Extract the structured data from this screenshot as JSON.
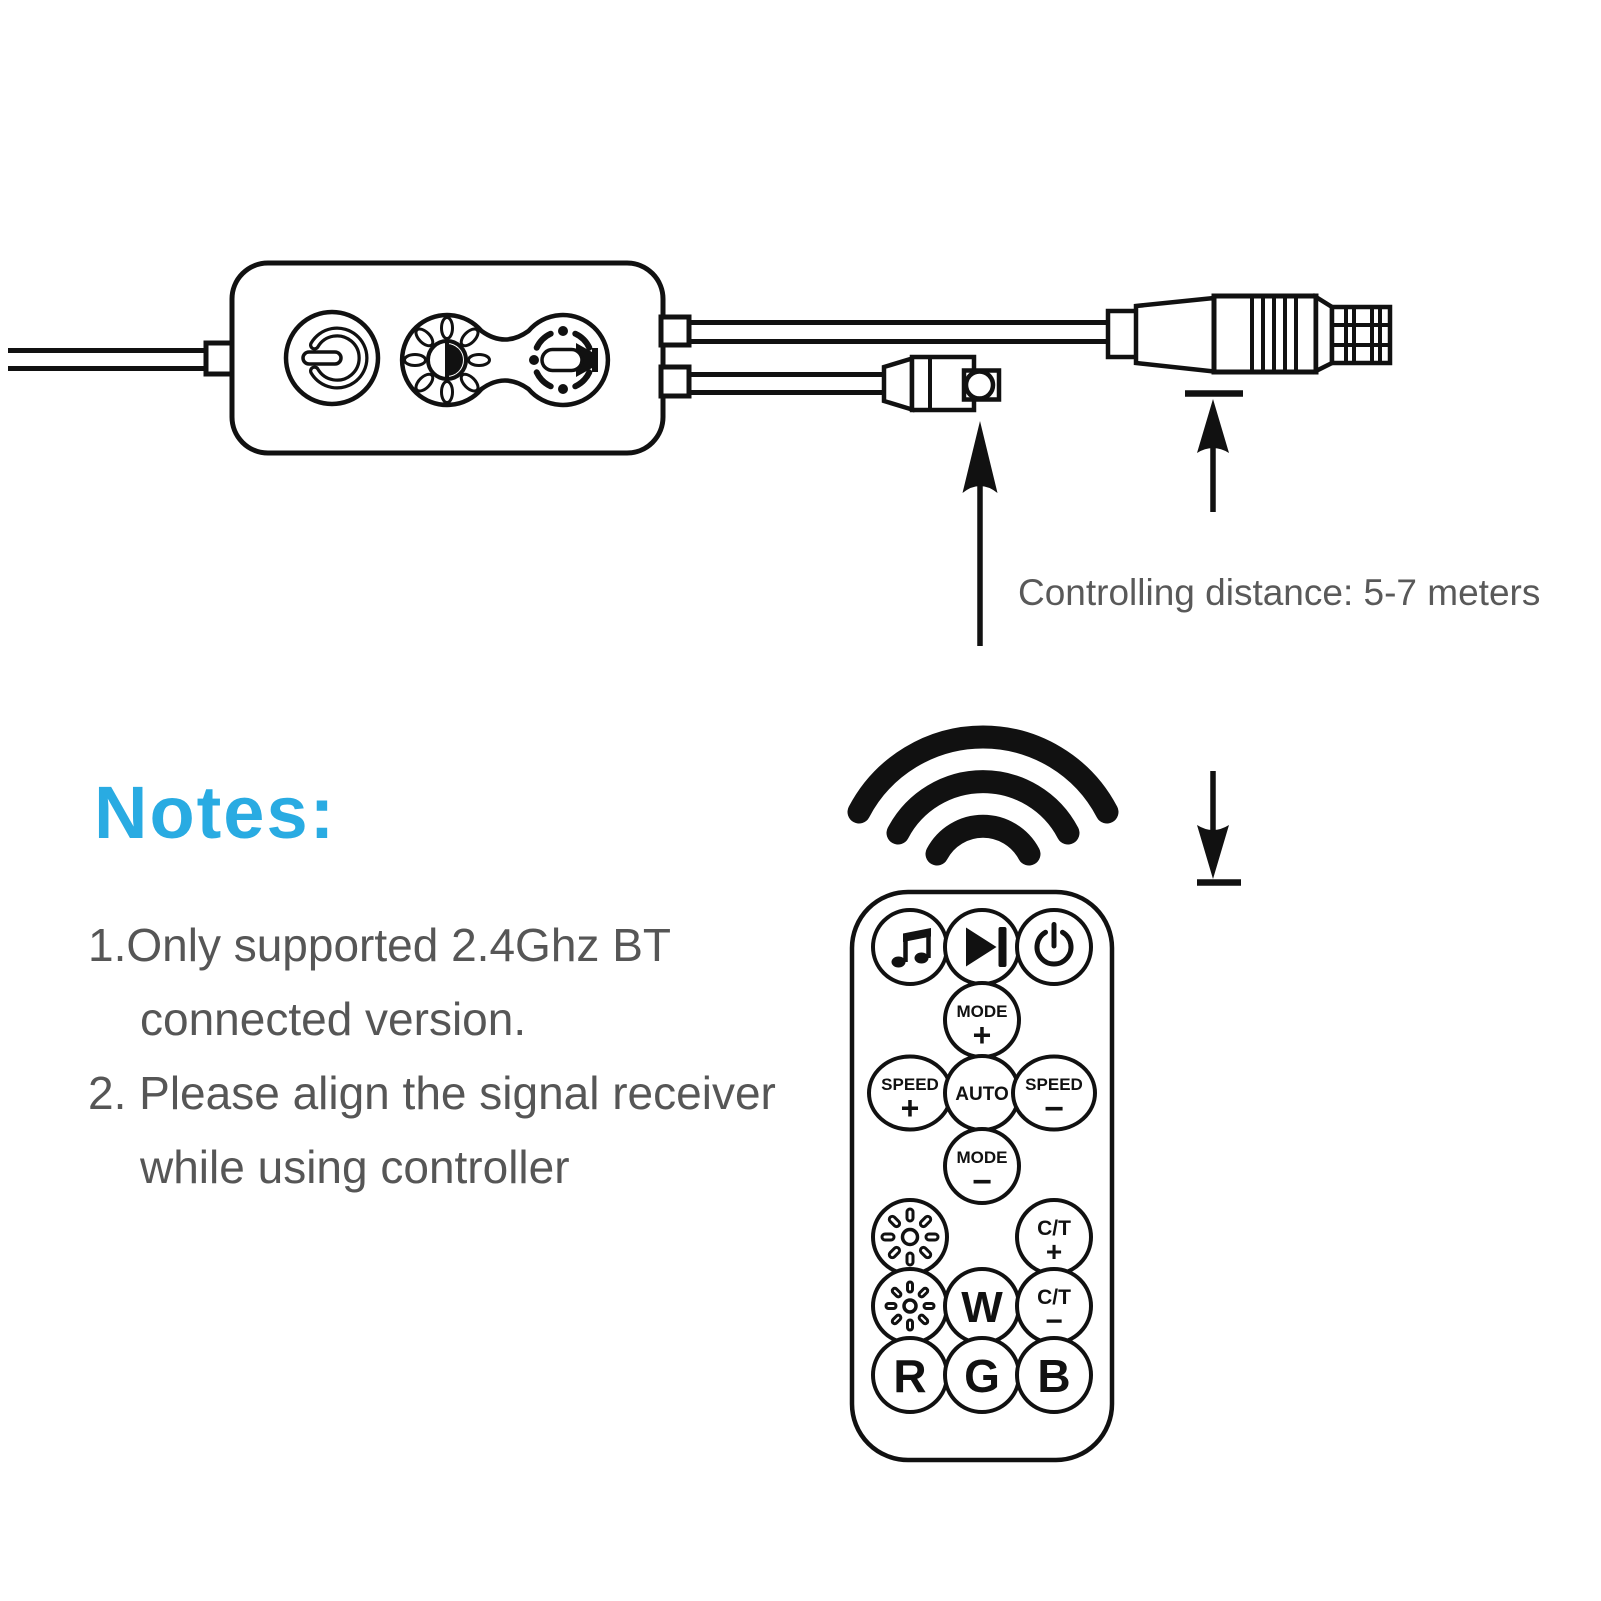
{
  "colors": {
    "accent_blue": "#29ABE2",
    "text_gray": "#595959",
    "line_black": "#111111",
    "background": "#ffffff"
  },
  "annotation": {
    "controlling_distance": "Controlling distance: 5-7 meters"
  },
  "notes": {
    "title": "Notes:",
    "lines": [
      "1.Only supported 2.4Ghz BT",
      "connected version.",
      "2. Please align the signal receiver",
      "while using controller"
    ]
  },
  "controller": {
    "icons": [
      "power-icon",
      "brightness-icon",
      "microphone-icon"
    ]
  },
  "icons": {
    "wifi": "wifi-signal-icon",
    "remote_icon_buttons": [
      "music-note-icon",
      "play-next-icon",
      "power-icon",
      "brightness-up-icon",
      "brightness-down-icon"
    ]
  },
  "remote": {
    "btn_mode_plus": {
      "label": "MODE",
      "sign": "+"
    },
    "btn_speed_plus": {
      "label": "SPEED",
      "sign": "+"
    },
    "btn_auto": {
      "label": "AUTO"
    },
    "btn_speed_minus": {
      "label": "SPEED",
      "sign": "−"
    },
    "btn_mode_minus": {
      "label": "MODE",
      "sign": "−"
    },
    "btn_ct_plus": {
      "label": "C/T",
      "sign": "+"
    },
    "btn_ct_minus": {
      "label": "C/T",
      "sign": "−"
    },
    "btn_white": {
      "label": "W"
    },
    "btn_red": {
      "label": "R"
    },
    "btn_green": {
      "label": "G"
    },
    "btn_blue": {
      "label": "B"
    }
  }
}
